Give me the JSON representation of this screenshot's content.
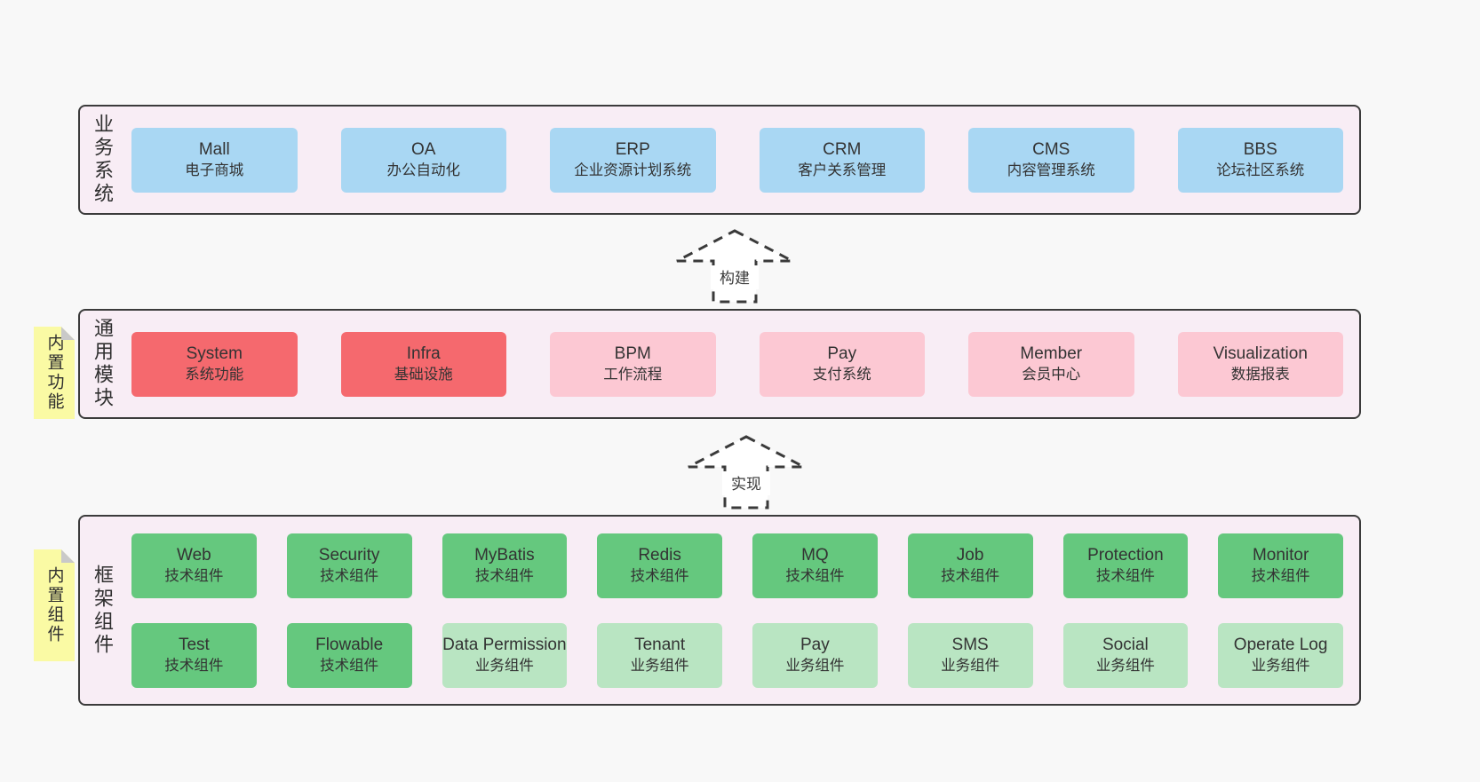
{
  "background": "#f8f8f8",
  "colors": {
    "container_bg": "#f8edf5",
    "container_border": "#3b3b3b",
    "blue": "#a9d7f3",
    "red": "#f5696e",
    "pink": "#fcc8d3",
    "green": "#65c87e",
    "light_green": "#b9e5c2",
    "sticky_yellow": "#fafaa4",
    "sticky_fold": "#c9c9c9",
    "text": "#333333"
  },
  "arrows": [
    {
      "label": "构建"
    },
    {
      "label": "实现"
    }
  ],
  "layers": {
    "business": {
      "label": "业务系统",
      "boxes": [
        {
          "en": "Mall",
          "zh": "电子商城",
          "variant": "blue"
        },
        {
          "en": "OA",
          "zh": "办公自动化",
          "variant": "blue"
        },
        {
          "en": "ERP",
          "zh": "企业资源计划系统",
          "variant": "blue"
        },
        {
          "en": "CRM",
          "zh": "客户关系管理",
          "variant": "blue"
        },
        {
          "en": "CMS",
          "zh": "内容管理系统",
          "variant": "blue"
        },
        {
          "en": "BBS",
          "zh": "论坛社区系统",
          "variant": "blue"
        }
      ]
    },
    "modules": {
      "label": "通用模块",
      "sticky": "内置功能",
      "boxes": [
        {
          "en": "System",
          "zh": "系统功能",
          "variant": "red"
        },
        {
          "en": "Infra",
          "zh": "基础设施",
          "variant": "red"
        },
        {
          "en": "BPM",
          "zh": "工作流程",
          "variant": "pink"
        },
        {
          "en": "Pay",
          "zh": "支付系统",
          "variant": "pink"
        },
        {
          "en": "Member",
          "zh": "会员中心",
          "variant": "pink"
        },
        {
          "en": "Visualization",
          "zh": "数据报表",
          "variant": "pink"
        }
      ]
    },
    "components": {
      "label": "框架组件",
      "sticky": "内置组件",
      "rows": [
        [
          {
            "en": "Web",
            "zh": "技术组件",
            "variant": "green"
          },
          {
            "en": "Security",
            "zh": "技术组件",
            "variant": "green"
          },
          {
            "en": "MyBatis",
            "zh": "技术组件",
            "variant": "green"
          },
          {
            "en": "Redis",
            "zh": "技术组件",
            "variant": "green"
          },
          {
            "en": "MQ",
            "zh": "技术组件",
            "variant": "green"
          },
          {
            "en": "Job",
            "zh": "技术组件",
            "variant": "green"
          },
          {
            "en": "Protection",
            "zh": "技术组件",
            "variant": "green"
          },
          {
            "en": "Monitor",
            "zh": "技术组件",
            "variant": "green"
          }
        ],
        [
          {
            "en": "Test",
            "zh": "技术组件",
            "variant": "green"
          },
          {
            "en": "Flowable",
            "zh": "技术组件",
            "variant": "green"
          },
          {
            "en": "Data Permission",
            "zh": "业务组件",
            "variant": "lightgreen"
          },
          {
            "en": "Tenant",
            "zh": "业务组件",
            "variant": "lightgreen"
          },
          {
            "en": "Pay",
            "zh": "业务组件",
            "variant": "lightgreen"
          },
          {
            "en": "SMS",
            "zh": "业务组件",
            "variant": "lightgreen"
          },
          {
            "en": "Social",
            "zh": "业务组件",
            "variant": "lightgreen"
          },
          {
            "en": "Operate Log",
            "zh": "业务组件",
            "variant": "lightgreen"
          }
        ]
      ]
    }
  }
}
